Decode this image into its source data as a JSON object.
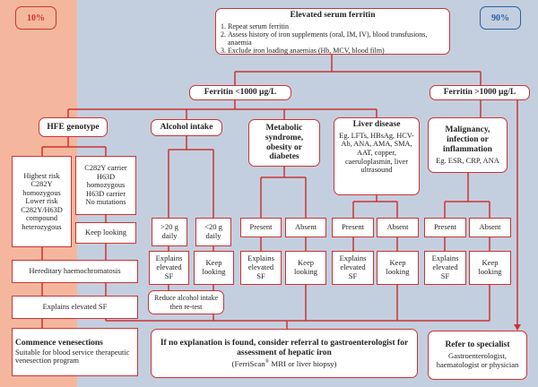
{
  "figure": {
    "left_percentage": "10%",
    "right_percentage": "90%",
    "top_box": {
      "title": "Elevated serum ferritin",
      "steps": [
        "Repeat serum ferritin",
        "Assess history of iron supplements (oral, IM, IV), blood transfusions, anaemia",
        "Exclude iron loading anaemias (Hb, MCV, blood film)"
      ]
    },
    "branch_low": "Ferritin <1000 µg/L",
    "branch_high": "Ferritin >1000 µg/L",
    "hfe": {
      "title": "HFE genotype",
      "highest_risk": "Highest risk C282Y homozygous",
      "lower_risk": "Lower risk C282Y/H63D compound heterozygous",
      "carriers": [
        "C282Y carrier",
        "H63D homozygous",
        "H63D carrier",
        "No mutations"
      ],
      "keep_looking": "Keep looking",
      "hh": "Hereditary haemochromatosis",
      "explains_sf": "Explains elevated SF",
      "venesection_title": "Commence venesections",
      "venesection_text": "Suitable for blood service therapeutic venesection program"
    },
    "alcohol": {
      "title": "Alcohol intake",
      "gt": ">20 g daily",
      "lt": "<20 g daily",
      "explains": "Explains elevated SF",
      "keep": "Keep looking",
      "reduce": "Reduce alcohol intake then re-test"
    },
    "metabolic": {
      "title": "Metabolic syndrome, obesity or diabetes",
      "present": "Present",
      "absent": "Absent",
      "explains": "Explains elevated SF",
      "keep": "Keep looking"
    },
    "liver": {
      "title": "Liver disease",
      "detail": "Eg. LFTs, HBsAg, HCV-Ab, ANA, AMA, SMA, AAT, copper, caeruloplasmin, liver ultrasound",
      "present": "Present",
      "absent": "Absent",
      "explains": "Explains elevated SF",
      "keep": "Keep looking"
    },
    "malignancy": {
      "title": "Malignancy, infection or inflammation",
      "detail": "Eg. ESR, CRP, ANA",
      "present": "Present",
      "absent": "Absent",
      "explains": "Explains elevated SF",
      "keep": "Keep looking"
    },
    "referral": {
      "title": "If no explanation is found, consider referral to gastroenterologist for assessment of hepatic iron",
      "detail_prefix": "(FerriScan",
      "detail_reg": "®",
      "detail_suffix": " MRI or liver biopsy)"
    },
    "specialist": {
      "title": "Refer to specialist",
      "detail": "Gastroenterologist, haematologist or physician"
    },
    "colors": {
      "line": "#cc3333",
      "left_bg": "#f4b79d",
      "right_bg": "#c3cfdf"
    }
  }
}
